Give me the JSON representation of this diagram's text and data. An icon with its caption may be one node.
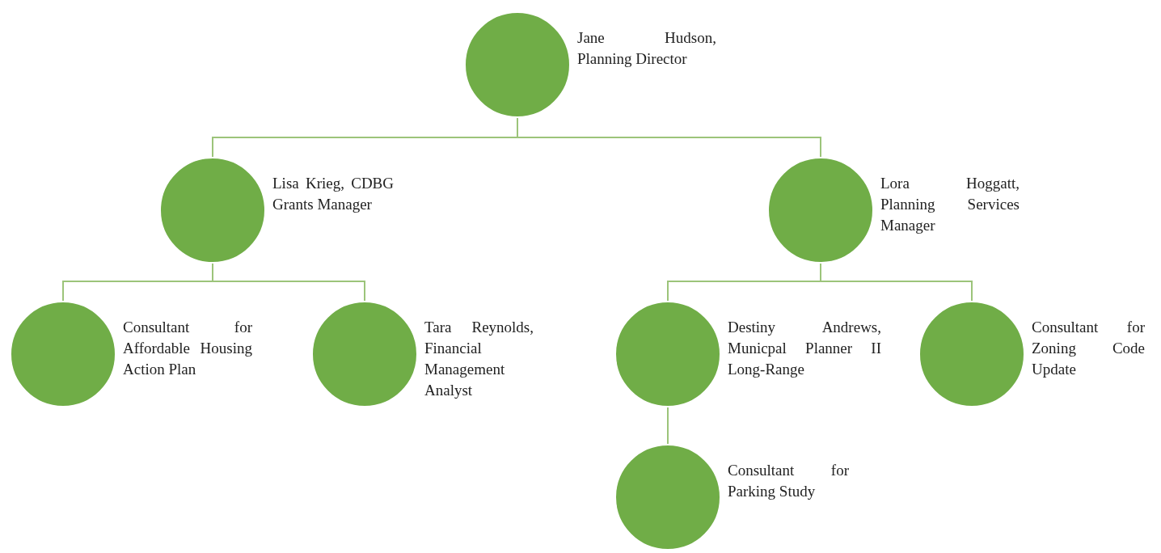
{
  "diagram": {
    "nodes": [
      {
        "text": [],
        "shape": "circle",
        "beside": [
          "Jane Hudson, Planning Director"
        ]
      },
      {
        "text": [],
        "shape": "circle",
        "beside": [
          "Lisa Krieg, CDBG Grants Manager"
        ]
      },
      {
        "text": [],
        "shape": "circle",
        "beside": [
          "Lora Hoggatt, Planning Services Manager"
        ]
      },
      {
        "text": [],
        "shape": "circle",
        "beside": [
          "Consultant for Affordable Housing Action Plan"
        ]
      },
      {
        "text": [],
        "shape": "circle",
        "beside": [
          "Tara Reynolds, Financial Management Analyst"
        ]
      },
      {
        "text": [],
        "shape": "circle",
        "beside": [
          "Destiny Andrews, Municpal Planner II Long-Range"
        ]
      },
      {
        "text": [],
        "shape": "circle",
        "beside": [
          "Consultant for Zoning Code Update"
        ]
      },
      {
        "text": [],
        "shape": "circle",
        "beside": [
          "Consultant for Parking Study"
        ]
      }
    ],
    "edges": [
      {
        "from": 0,
        "to": 1,
        "arrow": "none"
      },
      {
        "from": 0,
        "to": 2,
        "arrow": "none"
      },
      {
        "from": 1,
        "to": 3,
        "arrow": "none"
      },
      {
        "from": 1,
        "to": 4,
        "arrow": "none"
      },
      {
        "from": 2,
        "to": 5,
        "arrow": "none"
      },
      {
        "from": 2,
        "to": 6,
        "arrow": "none"
      },
      {
        "from": 5,
        "to": 7,
        "arrow": "none"
      }
    ]
  }
}
